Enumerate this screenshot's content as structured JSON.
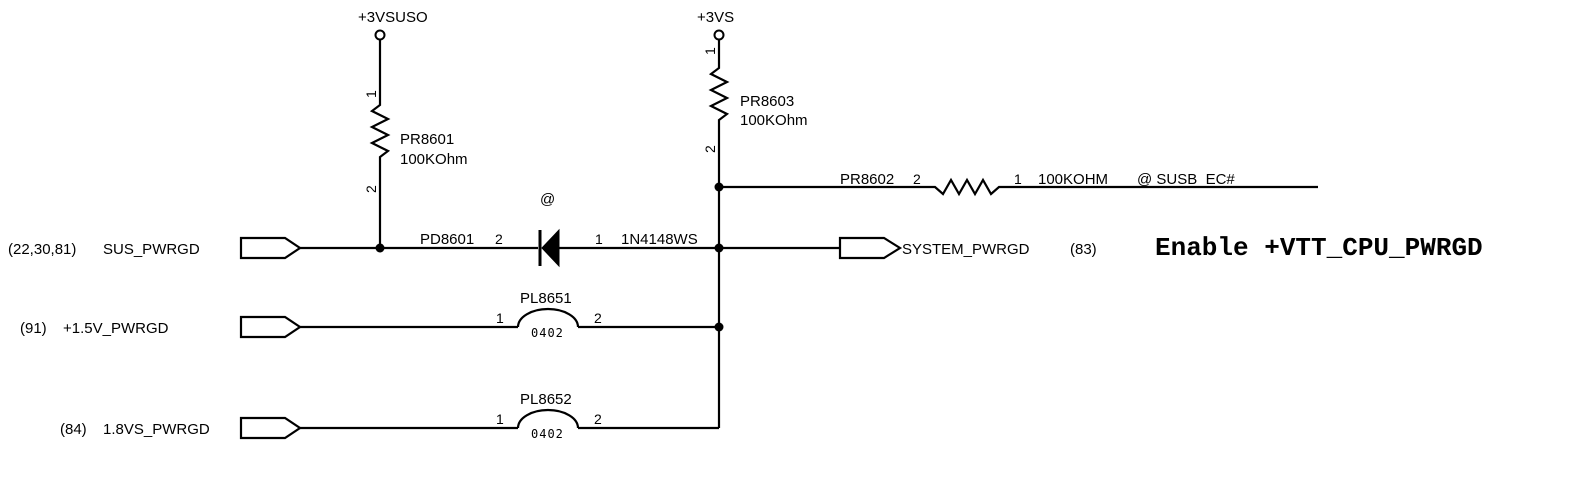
{
  "power_rails": {
    "left": "+3VSUSO",
    "right": "+3VS"
  },
  "resistors": {
    "pr8601": {
      "ref": "PR8601",
      "value": "100KOhm",
      "pin_top": "1",
      "pin_bottom": "2"
    },
    "pr8603": {
      "ref": "PR8603",
      "value": "100KOhm",
      "pin_top": "1",
      "pin_bottom": "2"
    },
    "pr8602": {
      "ref": "PR8602",
      "pin_left": "2",
      "pin_right": "1",
      "value": "100KOHM",
      "option": "@ SUSB_EC#"
    }
  },
  "diode": {
    "ref": "PD8601",
    "pin_left": "2",
    "pin_right": "1",
    "part": "1N4148WS",
    "option": "@"
  },
  "beads": [
    {
      "ref": "PL8651",
      "package": "0402",
      "pin_left": "1",
      "pin_right": "2"
    },
    {
      "ref": "PL8652",
      "package": "0402",
      "pin_left": "1",
      "pin_right": "2"
    }
  ],
  "inputs": [
    {
      "pages": "(22,30,81)",
      "signal": "SUS_PWRGD"
    },
    {
      "pages": "(91)",
      "signal": "+1.5V_PWRGD"
    },
    {
      "pages": "(84)",
      "signal": "1.8VS_PWRGD"
    }
  ],
  "output": {
    "signal": "SYSTEM_PWRGD",
    "pages": "(83)"
  },
  "note": "Enable +VTT_CPU_PWRGD"
}
